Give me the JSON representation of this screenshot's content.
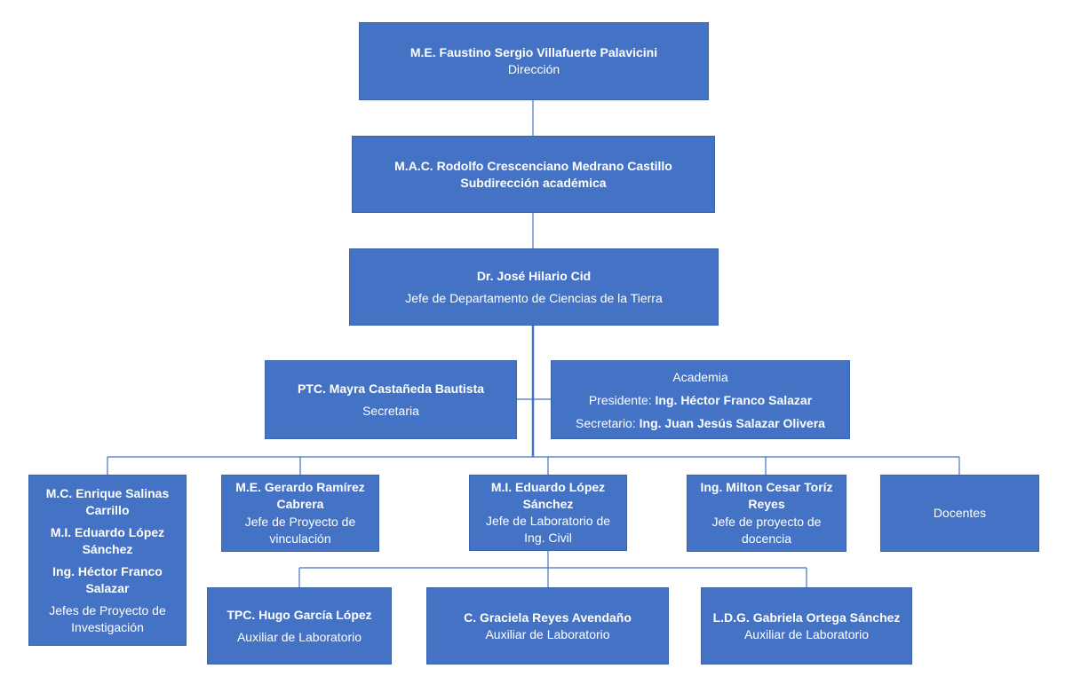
{
  "colors": {
    "box_fill": "#4472C4",
    "box_text": "#FFFFFF",
    "connector": "#4472C4"
  },
  "nodes": {
    "direccion": {
      "name": "M.E. Faustino Sergio Villafuerte Palavicini",
      "role": "Dirección"
    },
    "subdireccion": {
      "name": "M.A.C. Rodolfo Crescenciano Medrano Castillo",
      "role": "Subdirección académica"
    },
    "jefe_depto": {
      "name": "Dr. José Hilario Cid",
      "role": "Jefe de Departamento de Ciencias de la Tierra"
    },
    "secretaria": {
      "name": "PTC. Mayra Castañeda Bautista",
      "role": "Secretaria"
    },
    "academia": {
      "title": "Academia",
      "presidente_label": "Presidente:",
      "presidente_name": "Ing. Héctor Franco Salazar",
      "secretario_label": "Secretario:",
      "secretario_name": "Ing. Juan Jesús Salazar Olivera"
    },
    "investigacion": {
      "name1": "M.C. Enrique Salinas Carrillo",
      "name2": "M.I. Eduardo López Sánchez",
      "name3": "Ing. Héctor Franco Salazar",
      "role": "Jefes de Proyecto de Investigación"
    },
    "vinculacion": {
      "name": "M.E. Gerardo Ramírez Cabrera",
      "role": "Jefe de Proyecto de vinculación"
    },
    "laboratorio": {
      "name": "M.I. Eduardo López Sánchez",
      "role": "Jefe de Laboratorio de Ing. Civil"
    },
    "docencia": {
      "name": "Ing. Milton Cesar Toríz Reyes",
      "role": "Jefe de proyecto de docencia"
    },
    "docentes": {
      "role": "Docentes"
    },
    "aux1": {
      "name": "TPC. Hugo García López",
      "role": "Auxiliar de Laboratorio"
    },
    "aux2": {
      "name": "C. Graciela Reyes Avendaño",
      "role": "Auxiliar de Laboratorio"
    },
    "aux3": {
      "name": "L.D.G. Gabriela Ortega Sánchez",
      "role": "Auxiliar de Laboratorio"
    }
  }
}
